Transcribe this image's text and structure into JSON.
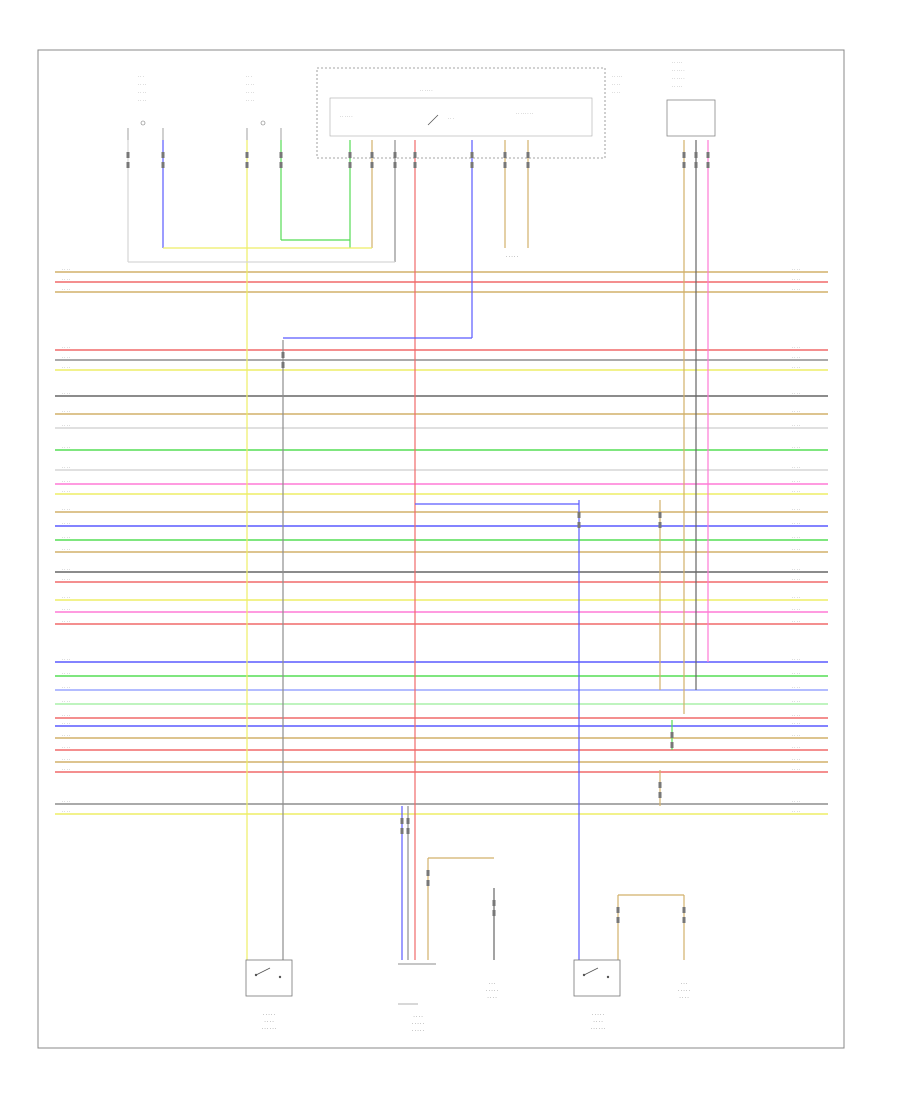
{
  "diagram": {
    "footer_code": "",
    "connector_labels": [
      "C1",
      "C2",
      "C3",
      "C4"
    ],
    "colors": {
      "frame": "#777777",
      "tan": "#d2b06a",
      "red": "#f06a6a",
      "pink": "#ff7ad6",
      "blue": "#5a5aff",
      "green": "#55dd55",
      "yellow": "#eeee66",
      "gray": "#8e8e8e",
      "dark": "#666666",
      "light": "#d6d6d6",
      "lblue": "#9aa6ff",
      "lgreen": "#aaf0aa"
    },
    "bus": [
      {
        "color": "tan",
        "count": 1
      },
      {
        "color": "red",
        "count": 1
      },
      {
        "color": "tan",
        "count": 1
      },
      {
        "color": "red",
        "count": 1
      },
      {
        "color": "gray",
        "count": 1
      },
      {
        "color": "yellow",
        "count": 1
      },
      {
        "color": "dark",
        "count": 1
      },
      {
        "color": "tan",
        "count": 1
      },
      {
        "color": "light",
        "count": 1
      },
      {
        "color": "green",
        "count": 1
      },
      {
        "color": "light",
        "count": 1
      },
      {
        "color": "pink",
        "count": 1
      },
      {
        "color": "yellow",
        "count": 1
      },
      {
        "color": "tan",
        "count": 1
      },
      {
        "color": "blue",
        "count": 1
      },
      {
        "color": "green",
        "count": 1
      },
      {
        "color": "tan",
        "count": 1
      },
      {
        "color": "dark",
        "count": 1
      },
      {
        "color": "red",
        "count": 1
      },
      {
        "color": "yellow",
        "count": 1
      },
      {
        "color": "pink",
        "count": 1
      },
      {
        "color": "red",
        "count": 1
      },
      {
        "color": "blue",
        "count": 1
      },
      {
        "color": "green",
        "count": 1
      },
      {
        "color": "lblue",
        "count": 1
      },
      {
        "color": "lgreen",
        "count": 1
      },
      {
        "color": "red",
        "count": 1
      },
      {
        "color": "blue",
        "count": 1
      }
    ]
  }
}
